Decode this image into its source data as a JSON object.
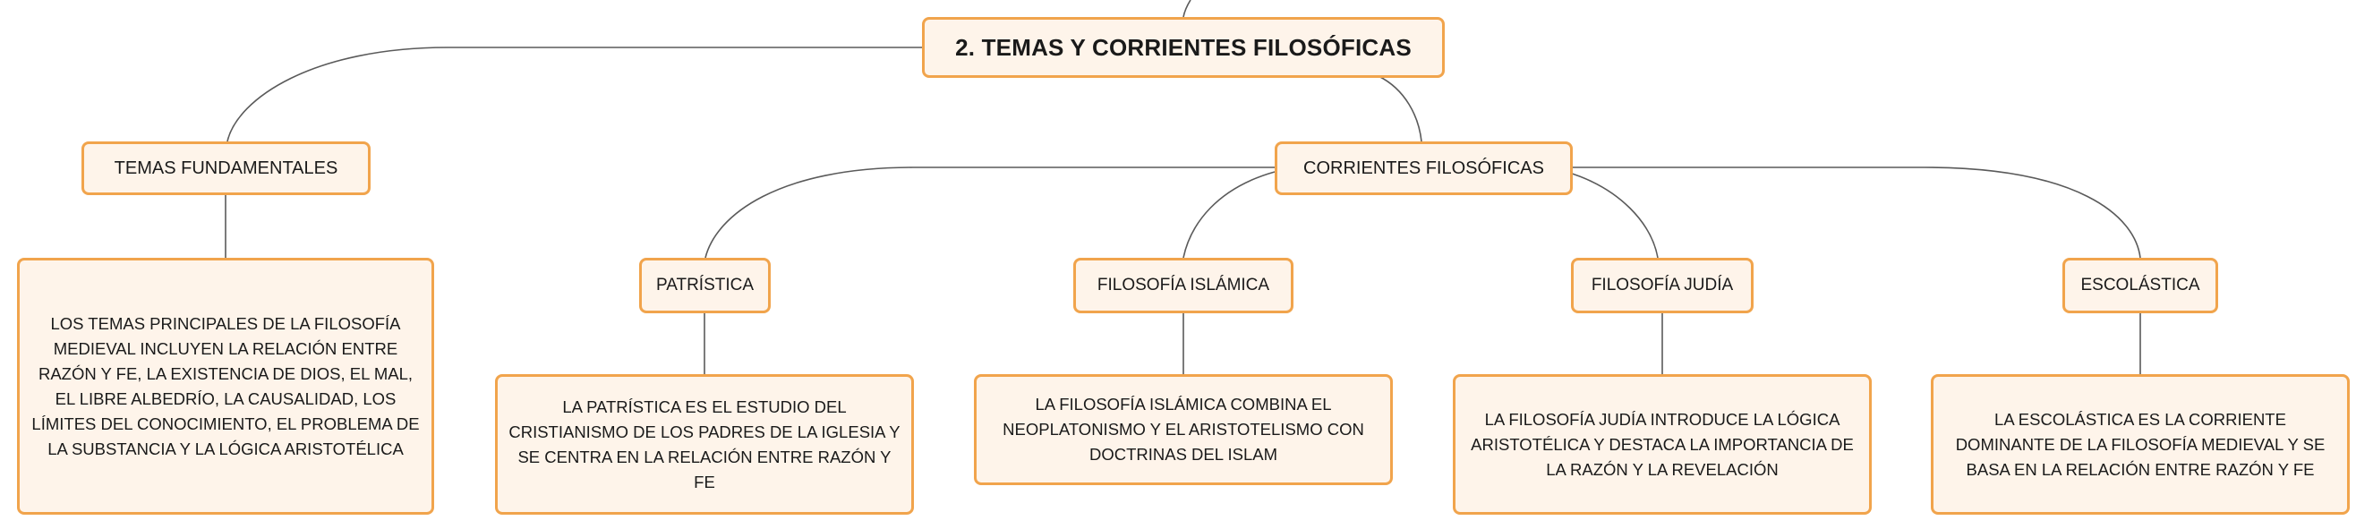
{
  "root": {
    "label": "2. TEMAS Y CORRIENTES FILOSÓFICAS"
  },
  "temas": {
    "label": "TEMAS FUNDAMENTALES",
    "description": "LOS TEMAS PRINCIPALES DE LA FILOSOFÍA MEDIEVAL INCLUYEN LA RELACIÓN ENTRE RAZÓN Y FE, LA EXISTENCIA DE DIOS, EL MAL, EL LIBRE ALBEDRÍO, LA CAUSALIDAD, LOS LÍMITES DEL CONOCIMIENTO, EL PROBLEMA DE LA SUBSTANCIA Y LA LÓGICA ARISTOTÉLICA"
  },
  "corrientes": {
    "label": "CORRIENTES FILOSÓFICAS",
    "items": [
      {
        "label": "PATRÍSTICA",
        "description": "LA PATRÍSTICA ES EL ESTUDIO DEL CRISTIANISMO DE LOS PADRES DE LA IGLESIA Y SE CENTRA EN LA RELACIÓN ENTRE RAZÓN Y FE"
      },
      {
        "label": "FILOSOFÍA ISLÁMICA",
        "description": "LA FILOSOFÍA ISLÁMICA COMBINA EL NEOPLATONISMO Y EL ARISTOTELISMO CON DOCTRINAS DEL ISLAM"
      },
      {
        "label": "FILOSOFÍA JUDÍA",
        "description": "LA FILOSOFÍA JUDÍA INTRODUCE LA LÓGICA ARISTOTÉLICA Y DESTACA LA IMPORTANCIA DE LA RAZÓN Y LA REVELACIÓN"
      },
      {
        "label": "ESCOLÁSTICA",
        "description": "LA ESCOLÁSTICA ES LA CORRIENTE DOMINANTE DE LA FILOSOFÍA MEDIEVAL Y SE BASA EN LA RELACIÓN ENTRE RAZÓN Y FE"
      }
    ]
  },
  "colors": {
    "node_fill": "#fef4ea",
    "node_border": "#f1a44c",
    "connector": "#5a5a5a"
  }
}
